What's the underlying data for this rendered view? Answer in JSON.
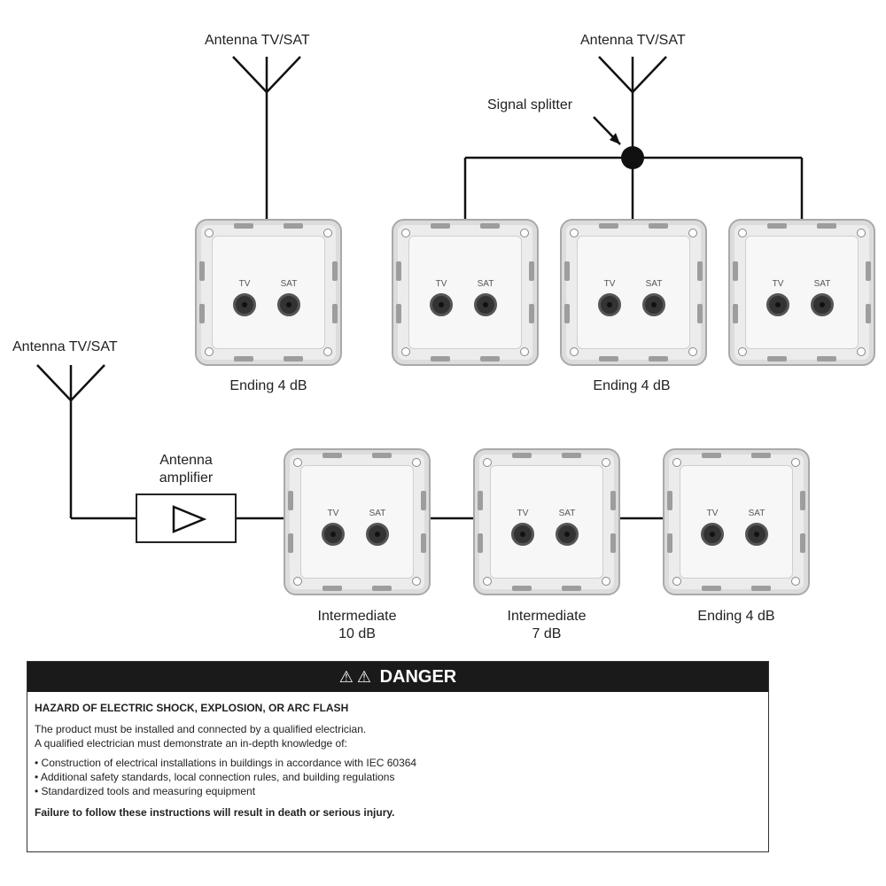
{
  "antenna_labels": [
    "Antenna TV/SAT",
    "Antenna TV/SAT",
    "Antenna TV/SAT"
  ],
  "splitter_label": "Signal splitter",
  "amplifier_label": [
    "Antenna",
    "amplifier"
  ],
  "socket_port_labels": {
    "tv": "TV",
    "sat": "SAT"
  },
  "socket_labels": {
    "top_left": "Ending 4 dB",
    "top_group": "Ending 4 dB",
    "bottom_1": [
      "Intermediate",
      "10 dB"
    ],
    "bottom_2": [
      "Intermediate",
      "7 dB"
    ],
    "bottom_3": "Ending 4 dB"
  },
  "danger": {
    "title": "DANGER",
    "warning_icon": "warning-triangle-icon",
    "hazard": "HAZARD OF ELECTRIC SHOCK, EXPLOSION, OR ARC FLASH",
    "line1": "The product must be installed and connected by a qualified electrician.",
    "line2": "A qualified electrician must demonstrate an in-depth knowledge of:",
    "bullets": [
      "Construction of electrical installations in buildings in accordance with IEC 60364",
      "Additional safety standards, local connection rules, and building regulations",
      "Standardized tools and measuring equipment"
    ],
    "footer": "Failure to follow these instructions will result in death or serious injury."
  },
  "colors": {
    "line": "#111111",
    "danger_bar": "#1a1a1a"
  }
}
